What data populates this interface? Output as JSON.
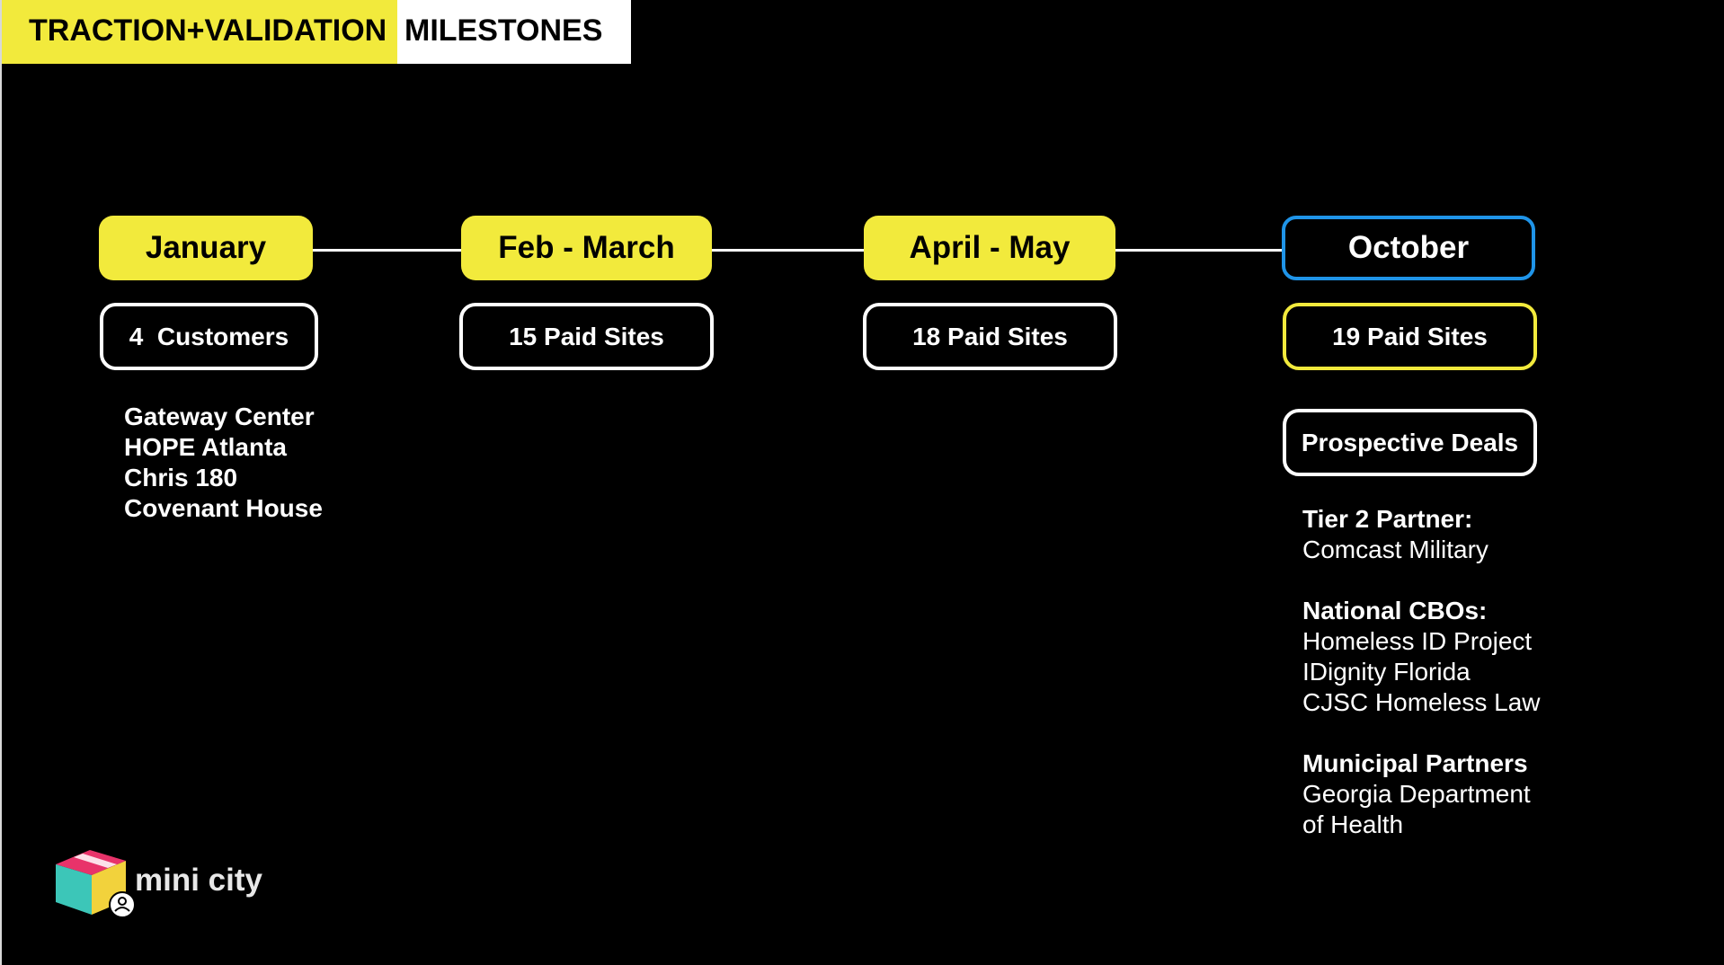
{
  "header": {
    "title_part1": "TRACTION+VALIDATION",
    "title_part2": "MILESTONES"
  },
  "timeline": {
    "months": [
      "January",
      "Feb - March",
      "April - May",
      "October"
    ],
    "metrics": [
      "4  Customers",
      "15 Paid Sites",
      "18 Paid Sites",
      "19 Paid Sites"
    ]
  },
  "january_customers": [
    "Gateway Center",
    "HOPE Atlanta",
    "Chris 180",
    "Covenant House"
  ],
  "prospective": {
    "label": "Prospective Deals",
    "groups": [
      {
        "title": "Tier 2 Partner:",
        "items": [
          "Comcast Military"
        ]
      },
      {
        "title": "National CBOs:",
        "items": [
          "Homeless ID Project",
          "IDignity Florida",
          "CJSC Homeless Law"
        ]
      },
      {
        "title": "Municipal Partners",
        "items": [
          "Georgia Department",
          "of Health"
        ]
      }
    ]
  },
  "logo": {
    "icon": "box-icon",
    "text": "mini city"
  },
  "colors": {
    "accent_yellow": "#f2ea3c",
    "accent_blue": "#1f94e8",
    "background": "#000000"
  }
}
